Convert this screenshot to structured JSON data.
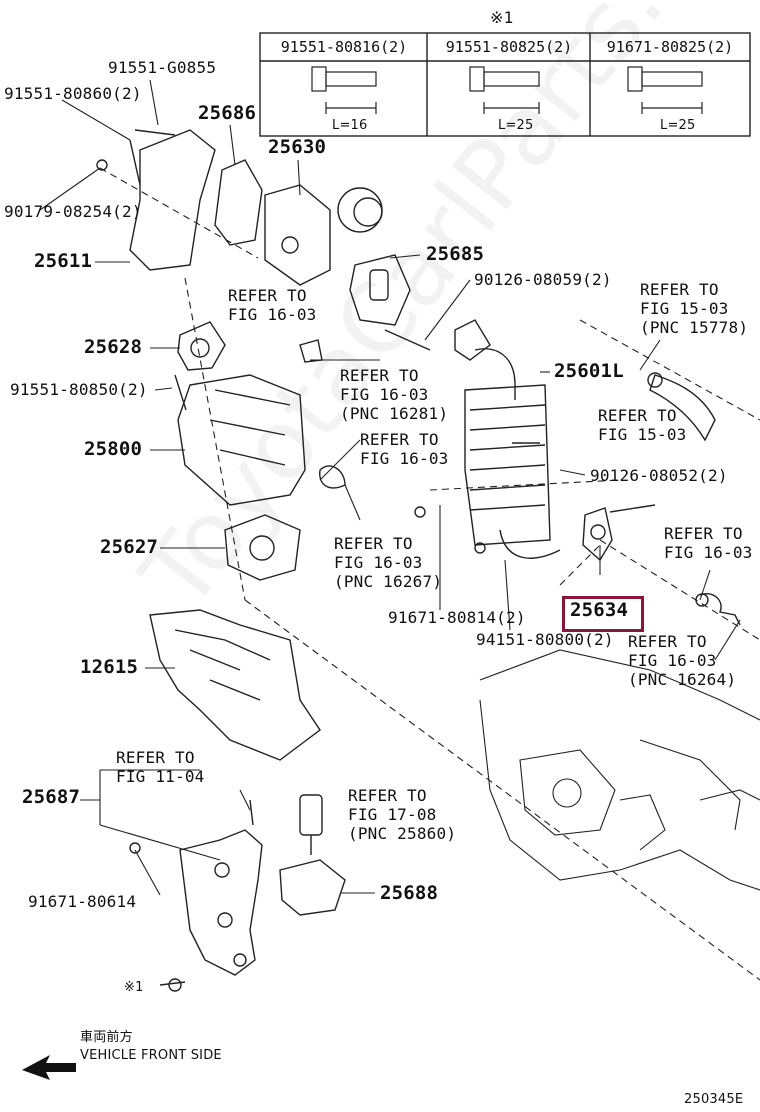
{
  "table": {
    "mark": "※1",
    "columns": [
      {
        "part": "91551-80816(2)",
        "length": "L=16"
      },
      {
        "part": "91551-80825(2)",
        "length": "L=25"
      },
      {
        "part": "91671-80825(2)",
        "length": "L=25"
      }
    ]
  },
  "parts": {
    "p91551_g0855": "91551-G0855",
    "p91551_80860": "91551-80860(2)",
    "p25686": "25686",
    "p25630": "25630",
    "p90179": "90179-08254(2)",
    "p25611": "25611",
    "p25685": "25685",
    "p90126_08059": "90126-08059(2)",
    "p25628": "25628",
    "p91551_80850": "91551-80850(2)",
    "p25800": "25800",
    "p25601l": "25601L",
    "p90126_08052": "90126-08052(2)",
    "p25627": "25627",
    "p91671_80814": "91671-80814(2)",
    "p25634": "25634",
    "p94151": "94151-80800(2)",
    "p12615": "12615",
    "p25687": "25687",
    "p91671_80614": "91671-80614",
    "p25688": "25688",
    "mark_bolt": "※1"
  },
  "refs": {
    "r1603a": "REFER TO\nFIG 16-03",
    "r1603b": "REFER TO\nFIG 16-03\n(PNC 16281)",
    "r1603c": "REFER TO\nFIG 16-03",
    "r1603d": "REFER TO\nFIG 16-03\n(PNC 16267)",
    "r1503a": "REFER TO\nFIG 15-03\n(PNC 15778)",
    "r1503b": "REFER TO\nFIG 15-03",
    "r1603e": "REFER TO\nFIG 16-03",
    "r1603f": "REFER TO\nFIG 16-03\n(PNC 16264)",
    "r1104": "REFER TO\nFIG 11-04",
    "r1708": "REFER TO\nFIG 17-08\n(PNC 25860)"
  },
  "footer": {
    "front_jp": "車両前方",
    "front_en": "VEHICLE FRONT SIDE",
    "fig_code": "250345E"
  },
  "watermark": "ToyotaCarlParts.ru",
  "highlight_color": "#8a1538"
}
